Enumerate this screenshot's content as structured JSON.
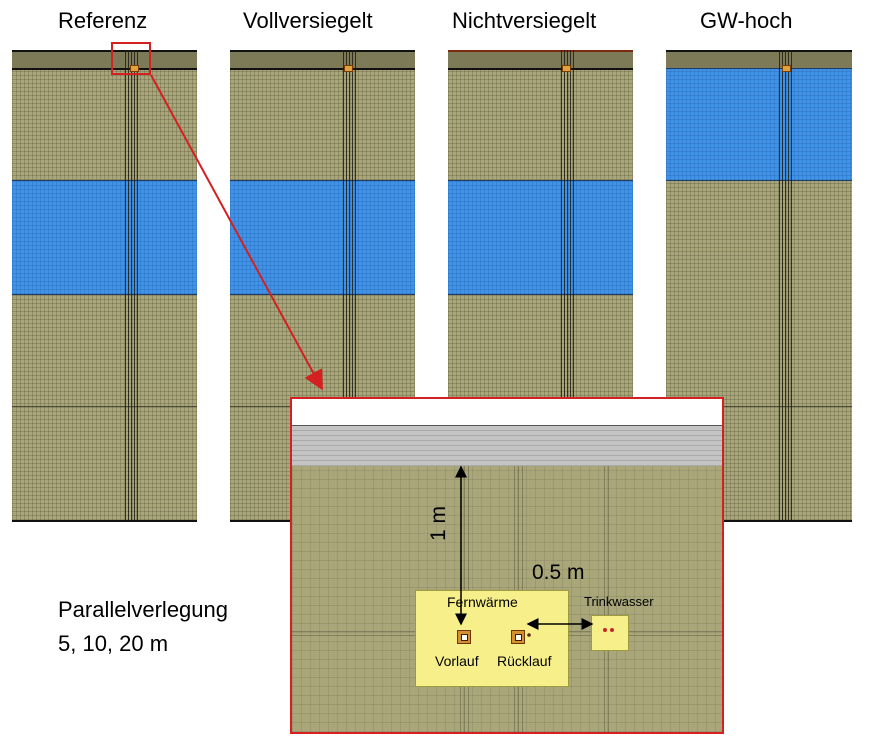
{
  "titles": {
    "panel_1": "Referenz",
    "panel_2": "Vollversiegelt",
    "panel_3": "Nichtversiegelt",
    "panel_4": "GW-hoch"
  },
  "detail": {
    "depth_label": "1 m",
    "distance_label": "0.5 m",
    "district_heating": "Fernwärme",
    "supply": "Vorlauf",
    "return": "Rücklauf",
    "drinking_water": "Trinkwasser"
  },
  "notes": {
    "line_1": "Parallelverlegung",
    "line_2": "5, 10, 20 m"
  },
  "colors": {
    "soil": "#a9a67a",
    "groundwater": "#3f94ea",
    "highlight": "#d42020",
    "pipe_zone": "#f7f08a"
  }
}
